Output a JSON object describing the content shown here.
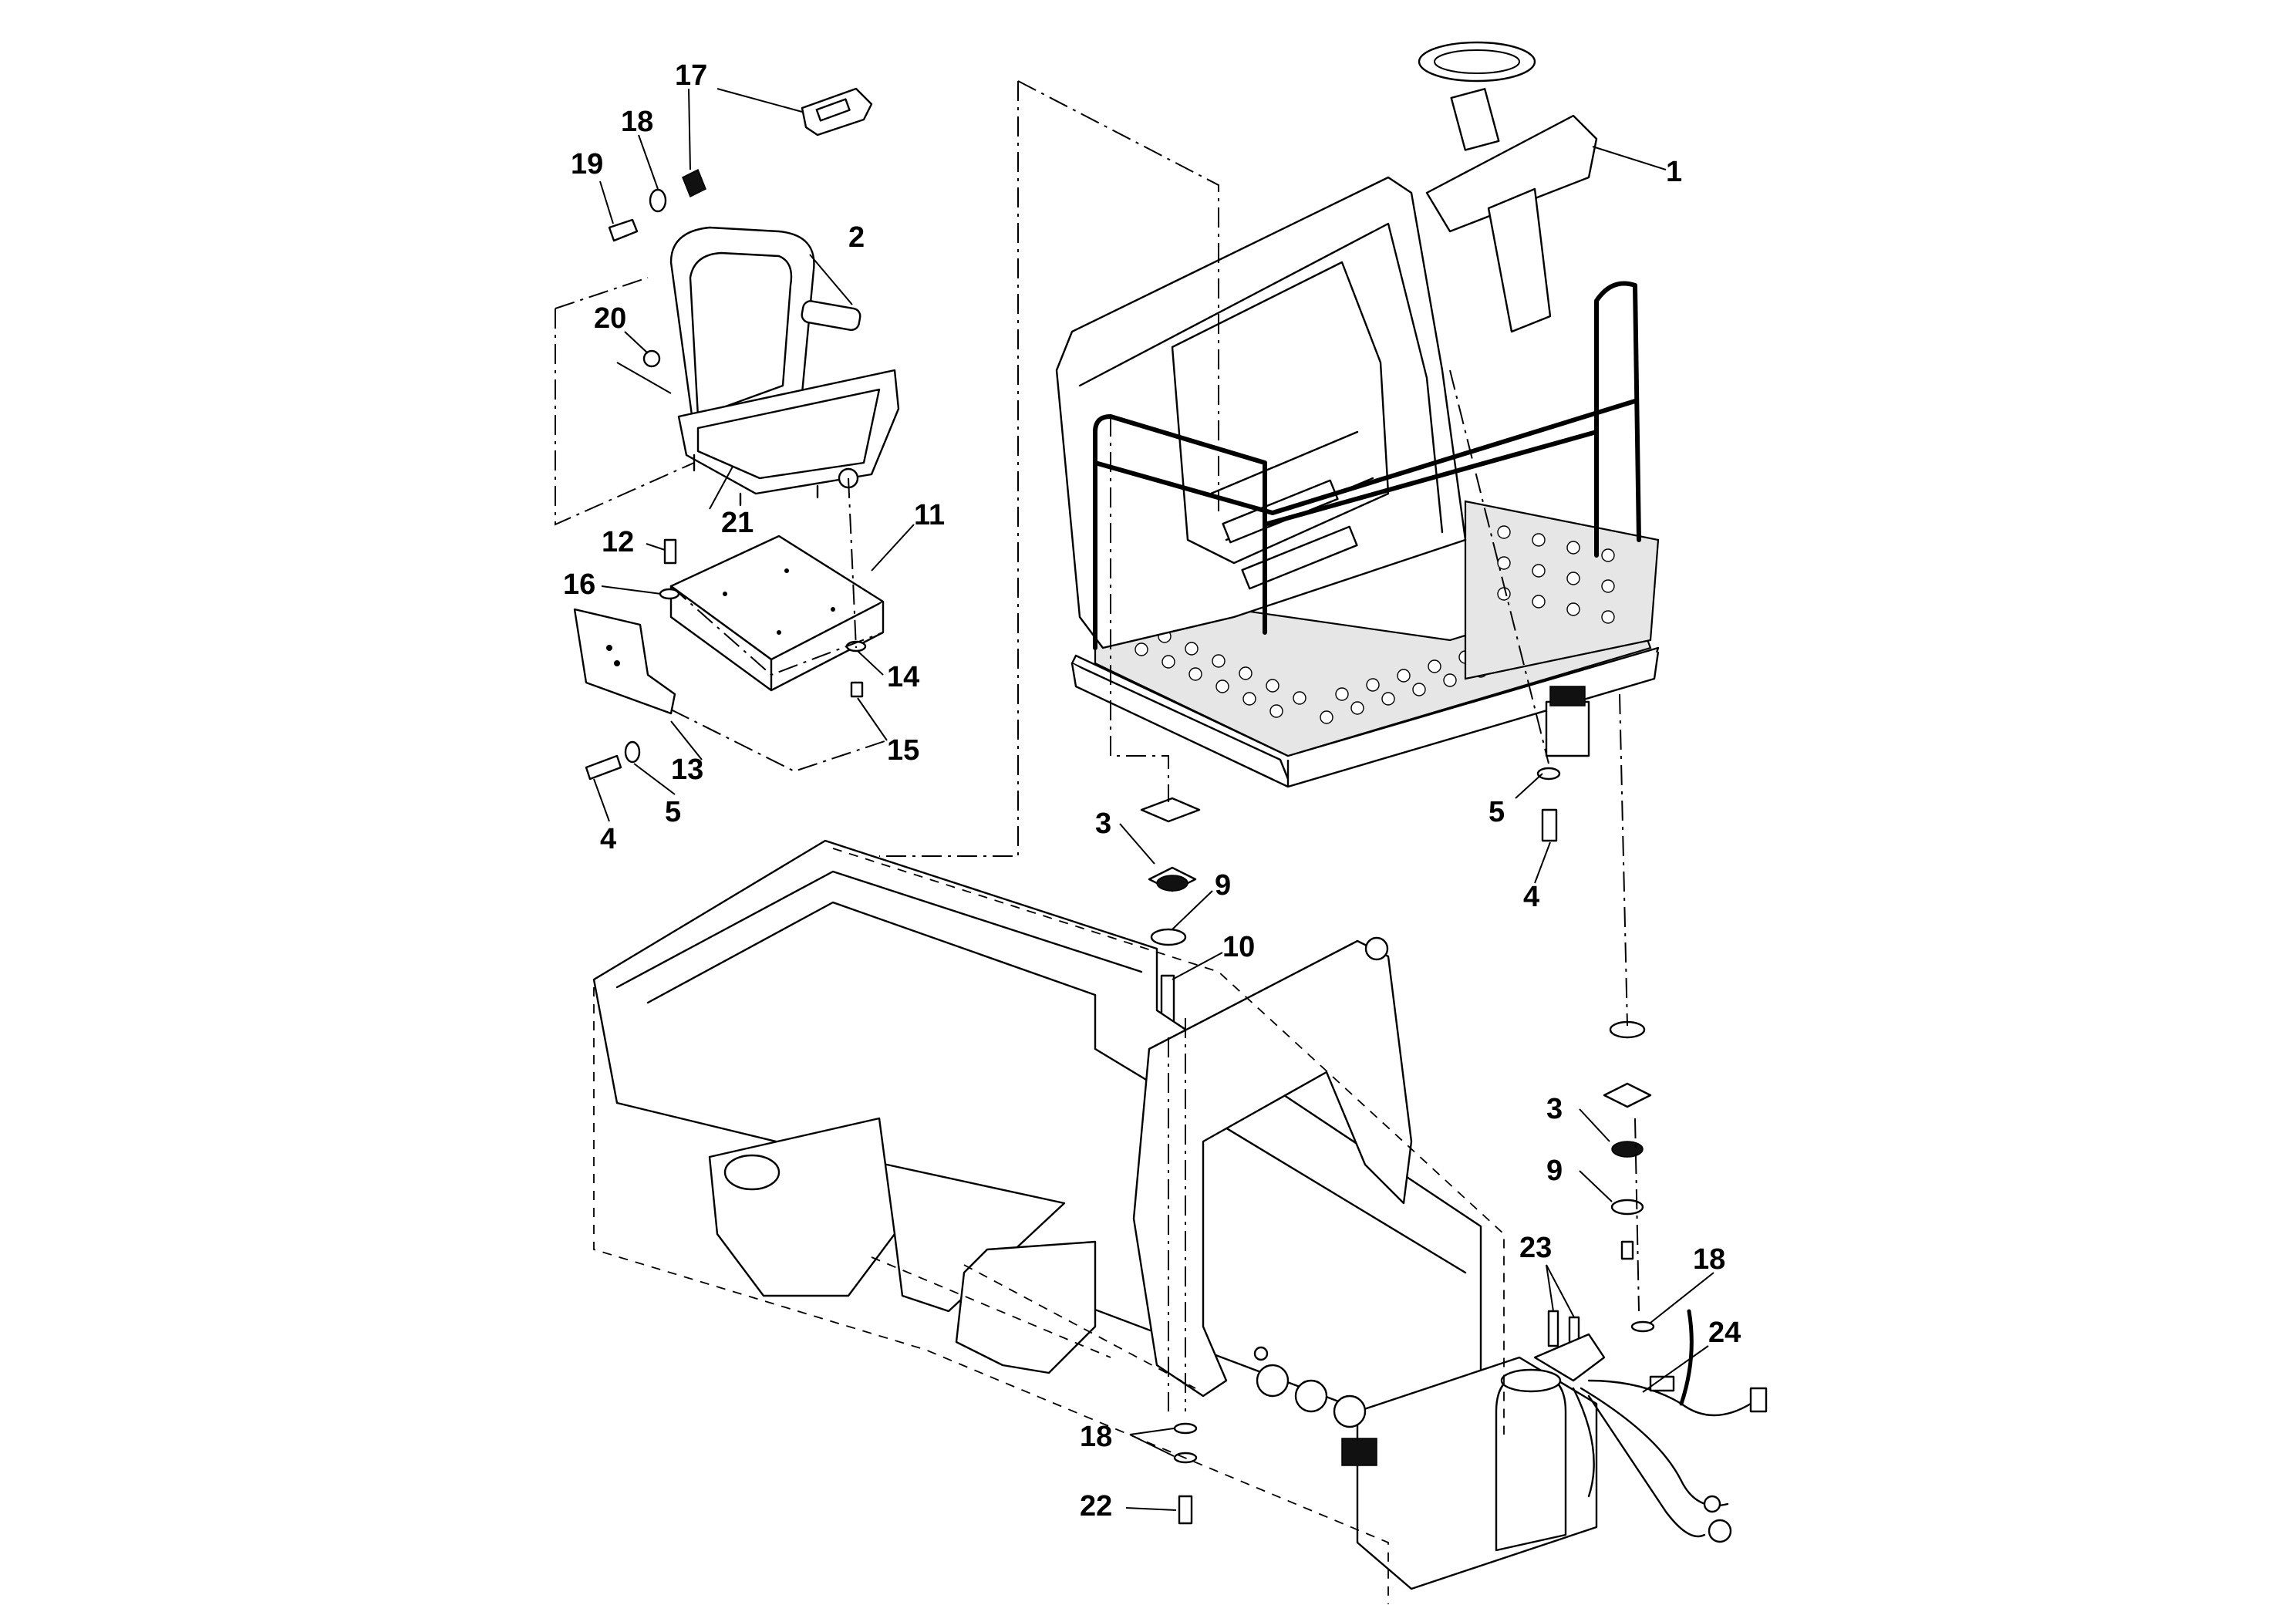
{
  "figure": {
    "type": "exploded parts diagram",
    "assemblies": [
      "operator platform",
      "seat",
      "seat base",
      "frame",
      "wiring harness"
    ]
  },
  "callouts": [
    {
      "id": "c1",
      "label": "1"
    },
    {
      "id": "c2",
      "label": "2"
    },
    {
      "id": "c3a",
      "label": "3"
    },
    {
      "id": "c3b",
      "label": "3"
    },
    {
      "id": "c4a",
      "label": "4"
    },
    {
      "id": "c4b",
      "label": "4"
    },
    {
      "id": "c5a",
      "label": "5"
    },
    {
      "id": "c5b",
      "label": "5"
    },
    {
      "id": "c9a",
      "label": "9"
    },
    {
      "id": "c9b",
      "label": "9"
    },
    {
      "id": "c10",
      "label": "10"
    },
    {
      "id": "c11",
      "label": "11"
    },
    {
      "id": "c12",
      "label": "12"
    },
    {
      "id": "c13",
      "label": "13"
    },
    {
      "id": "c14",
      "label": "14"
    },
    {
      "id": "c15",
      "label": "15"
    },
    {
      "id": "c16",
      "label": "16"
    },
    {
      "id": "c17",
      "label": "17"
    },
    {
      "id": "c18a",
      "label": "18"
    },
    {
      "id": "c18b",
      "label": "18"
    },
    {
      "id": "c18c",
      "label": "18"
    },
    {
      "id": "c19",
      "label": "19"
    },
    {
      "id": "c20",
      "label": "20"
    },
    {
      "id": "c21",
      "label": "21"
    },
    {
      "id": "c22",
      "label": "22"
    },
    {
      "id": "c23",
      "label": "23"
    },
    {
      "id": "c24",
      "label": "24"
    }
  ]
}
